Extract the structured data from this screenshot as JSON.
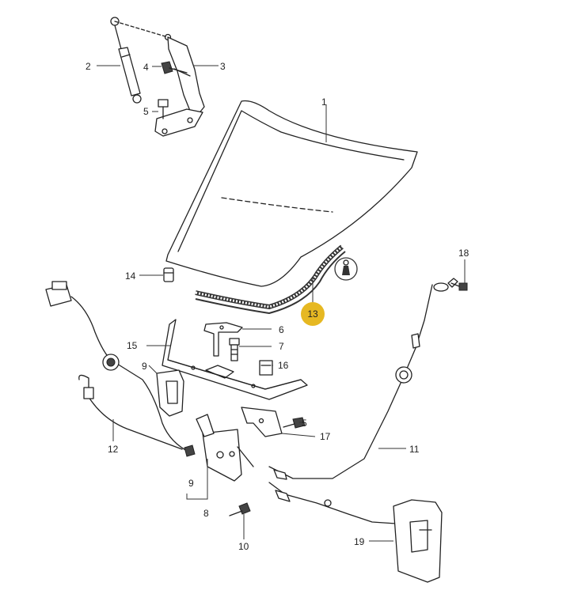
{
  "diagram": {
    "callouts": {
      "c1": "1",
      "c2": "2",
      "c3": "3",
      "c4": "4",
      "c5a": "5",
      "c5b": "5",
      "c6": "6",
      "c7": "7",
      "c8": "8",
      "c9a": "9",
      "c9b": "9",
      "c10": "10",
      "c11": "11",
      "c12": "12",
      "c13": "13",
      "c14": "14",
      "c15": "15",
      "c16": "16",
      "c17": "17",
      "c18": "18",
      "c19": "19"
    },
    "highlighted_part": "13",
    "highlight_color": "#e6b822"
  }
}
